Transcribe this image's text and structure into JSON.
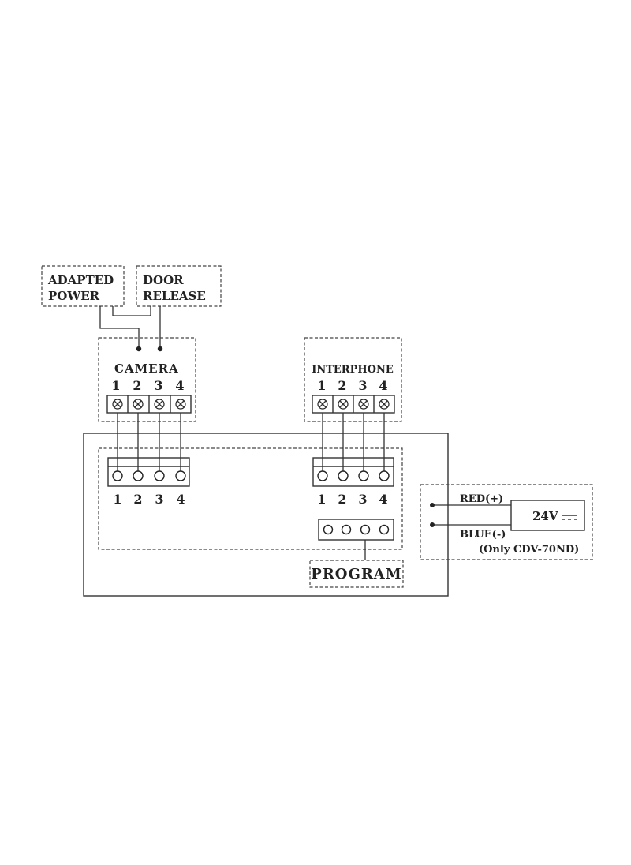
{
  "boxes": {
    "adapted_power": [
      "ADAPTED",
      "POWER"
    ],
    "door_release": [
      "DOOR",
      "RELEASE"
    ],
    "camera": "CAMERA",
    "interphone": "INTERPHONE",
    "program": "PROGRAM"
  },
  "terminal_numbers": [
    "1",
    "2",
    "3",
    "4"
  ],
  "power_supply": {
    "positive": "RED(+)",
    "negative": "BLUE(-)",
    "note": "(Only CDV-70ND)",
    "voltage": "24V",
    "dc_symbol": "⎓"
  },
  "colors": {
    "ink": "#222222",
    "background": "#ffffff"
  }
}
